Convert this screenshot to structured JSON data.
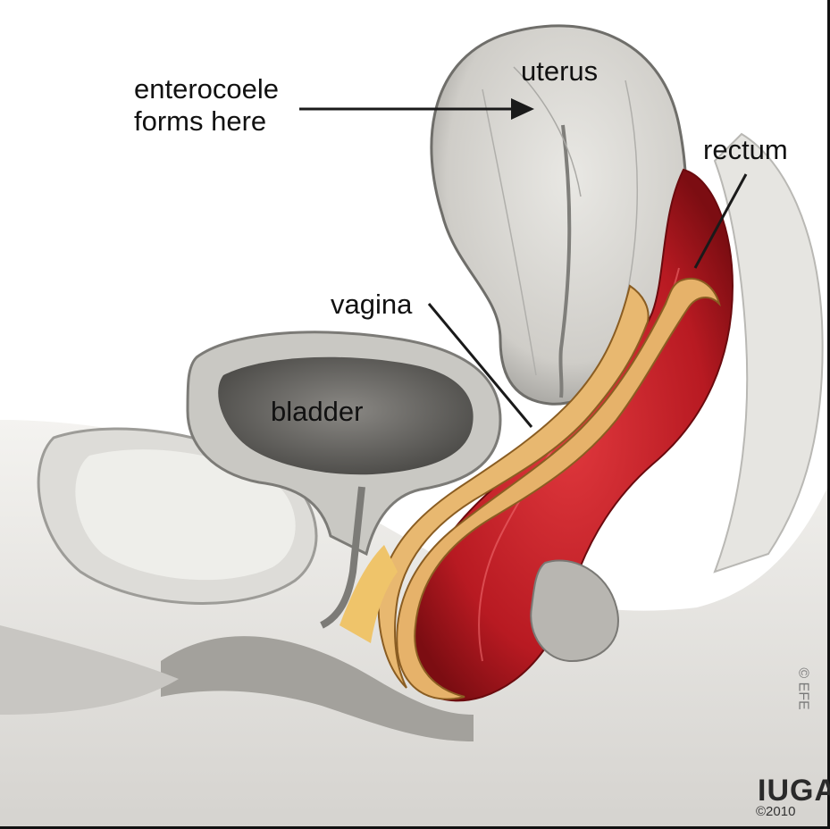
{
  "labels": {
    "enterocoele_line1": "enterocoele",
    "enterocoele_line2": "forms here",
    "uterus": "uterus",
    "rectum": "rectum",
    "vagina": "vagina",
    "bladder": "bladder"
  },
  "credit": {
    "org": "IUGA",
    "year": "©2010",
    "signature": "© EFE"
  },
  "colors": {
    "tissue_gray": "#bdbdb8",
    "rectum_red": "#c01d24",
    "vagina_tan": "#e6b26a",
    "background": "#ffffff"
  }
}
